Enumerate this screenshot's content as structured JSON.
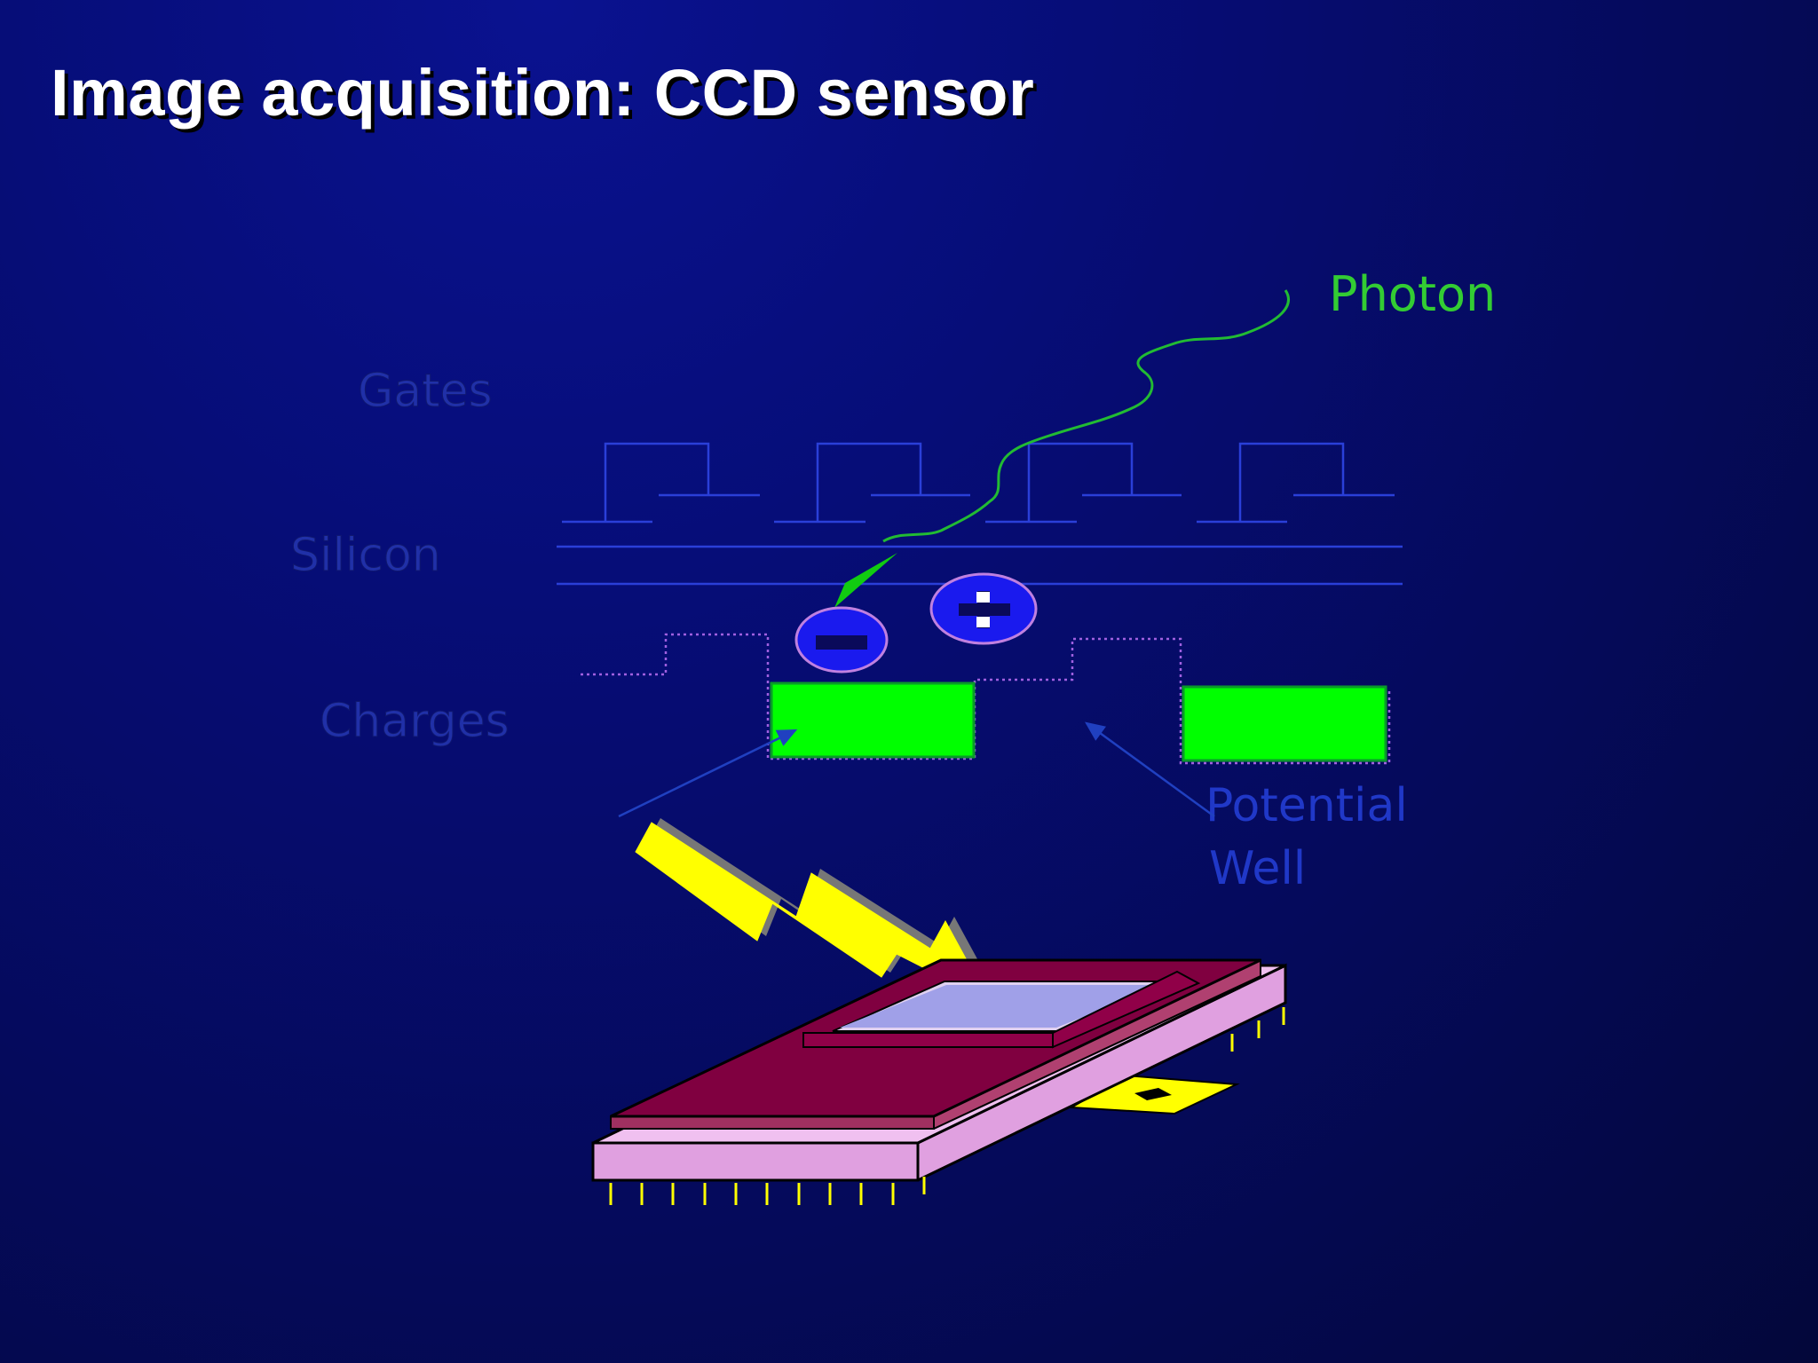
{
  "slide": {
    "title": "Image acquisition: CCD sensor"
  },
  "labels": {
    "photon": "Photon",
    "gates": "Gates",
    "silicon": "Silicon",
    "charges": "Charges",
    "potential_well_line1": "Potential",
    "potential_well_line2": "Well"
  },
  "colors": {
    "background": "#060d78",
    "photon": "#33cc33",
    "faded_label": "#2030a8",
    "charge_fill": "#00ff00",
    "electron": "#2020ee",
    "electron_outline": "#c080e0",
    "chip_top": "#800040",
    "chip_side": "#e0a0e0",
    "lightning": "#ffff00"
  },
  "icons": {
    "electron_left": "minus-sign",
    "electron_right": "plus-sign",
    "lightning": "lightning-bolt-icon",
    "chip": "ccd-chip-icon"
  }
}
